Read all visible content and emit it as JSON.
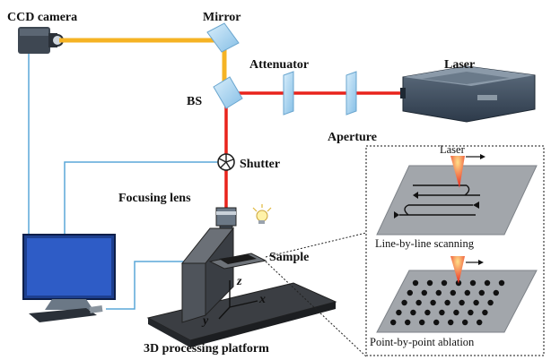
{
  "labels": {
    "ccd_camera": "CCD camera",
    "mirror": "Mirror",
    "attenuator": "Attenuator",
    "laser": "Laser",
    "bs": "BS",
    "aperture": "Aperture",
    "shutter": "Shutter",
    "focusing_lens": "Focusing lens",
    "sample": "Sample",
    "platform": "3D processing platform",
    "axis_z": "z",
    "axis_x": "x",
    "axis_y": "y"
  },
  "inset": {
    "laser_label": "Laser",
    "mode_line": "Line-by-line scanning",
    "mode_point": "Point-by-point ablation"
  },
  "colors": {
    "visible_beam": "#f5b324",
    "laser_beam": "#e8231b",
    "cable": "#5aa7d8",
    "optic": "#a9d3ee"
  }
}
